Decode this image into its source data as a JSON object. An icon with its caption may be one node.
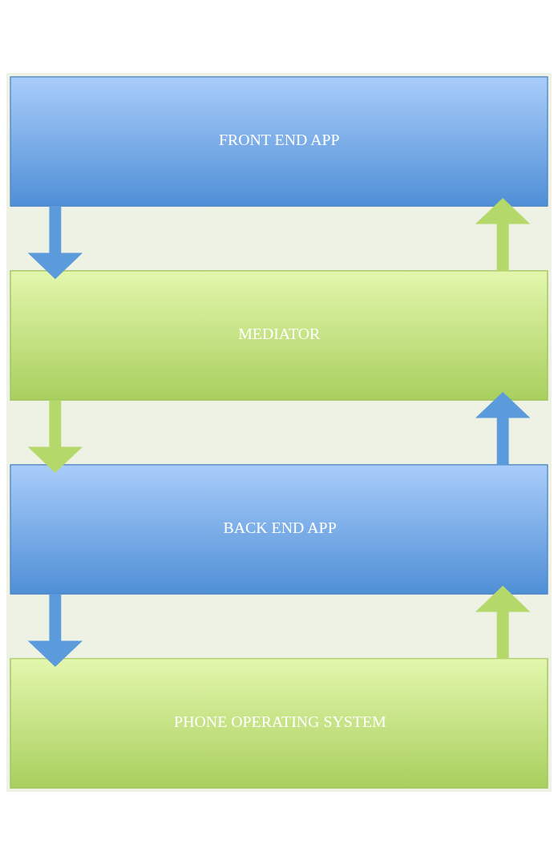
{
  "diagram": {
    "nodes": [
      {
        "text": [
          "FRONT END APP"
        ]
      },
      {
        "text": [
          "MEDIATOR"
        ]
      },
      {
        "text": [
          "BACK END APP"
        ]
      },
      {
        "text": [
          "PHONE OPERATING SYSTEM"
        ]
      }
    ],
    "edges": [
      {
        "from": 0,
        "to": 1,
        "arrow": "to",
        "color": "#5b9bdc"
      },
      {
        "from": 1,
        "to": 0,
        "arrow": "to",
        "color": "#b5d86a"
      },
      {
        "from": 1,
        "to": 2,
        "arrow": "to",
        "color": "#b5d86a"
      },
      {
        "from": 2,
        "to": 1,
        "arrow": "to",
        "color": "#5b9bdc"
      },
      {
        "from": 2,
        "to": 3,
        "arrow": "to",
        "color": "#5b9bdc"
      },
      {
        "from": 3,
        "to": 2,
        "arrow": "to",
        "color": "#b5d86a"
      }
    ]
  }
}
